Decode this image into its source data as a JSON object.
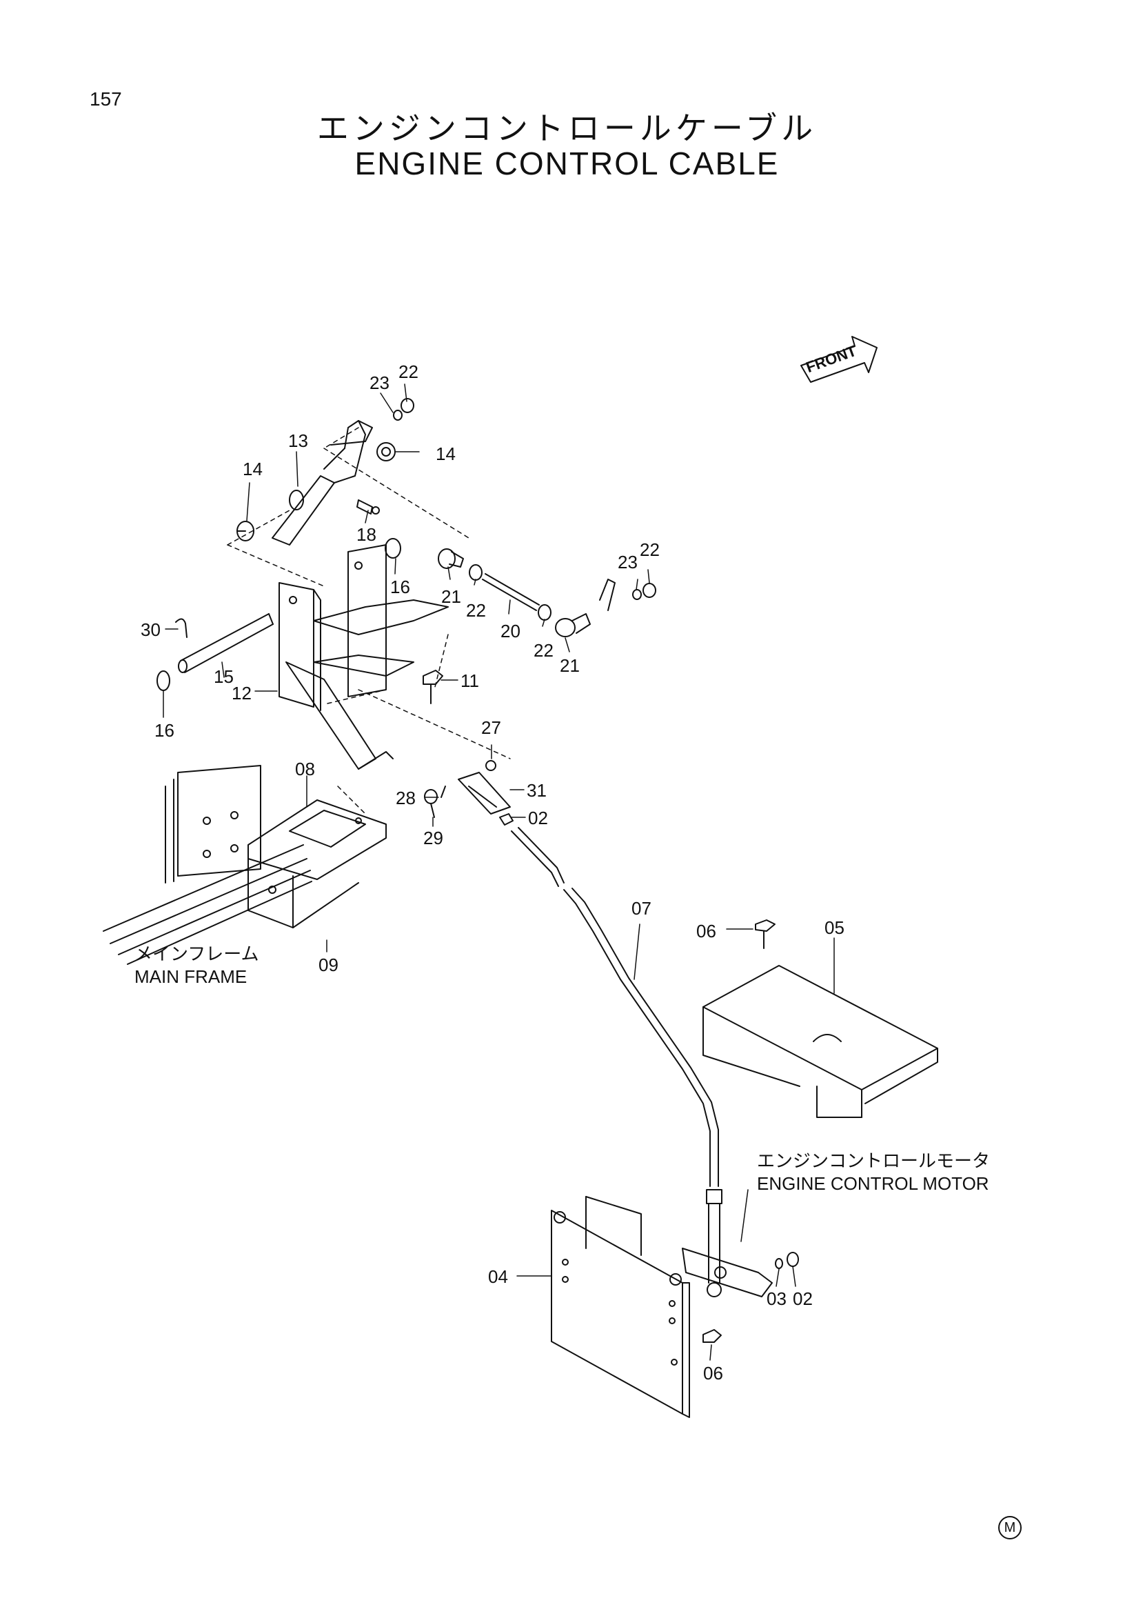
{
  "page_number": "157",
  "title_jp": "エンジンコントロールケーブル",
  "title_en": "ENGINE CONTROL CABLE",
  "front_label": "FRONT",
  "main_frame": {
    "jp": "メインフレーム",
    "en": "MAIN FRAME"
  },
  "engine_control_motor": {
    "jp": "エンジンコントロールモータ",
    "en": "ENGINE CONTROL MOTOR"
  },
  "corner_mark": "M",
  "callouts": [
    {
      "id": "c23a",
      "text": "23"
    },
    {
      "id": "c22a",
      "text": "22"
    },
    {
      "id": "c13",
      "text": "13"
    },
    {
      "id": "c14a",
      "text": "14"
    },
    {
      "id": "c14b",
      "text": "14"
    },
    {
      "id": "c18",
      "text": "18"
    },
    {
      "id": "c16a",
      "text": "16"
    },
    {
      "id": "c21a",
      "text": "21"
    },
    {
      "id": "c22b",
      "text": "22"
    },
    {
      "id": "c20",
      "text": "20"
    },
    {
      "id": "c22c",
      "text": "22"
    },
    {
      "id": "c23b",
      "text": "23"
    },
    {
      "id": "c22d",
      "text": "22"
    },
    {
      "id": "c21b",
      "text": "21"
    },
    {
      "id": "c30",
      "text": "30"
    },
    {
      "id": "c15",
      "text": "15"
    },
    {
      "id": "c12",
      "text": "12"
    },
    {
      "id": "c16b",
      "text": "16"
    },
    {
      "id": "c11",
      "text": "11"
    },
    {
      "id": "c27",
      "text": "27"
    },
    {
      "id": "c28",
      "text": "28"
    },
    {
      "id": "c31",
      "text": "31"
    },
    {
      "id": "c29",
      "text": "29"
    },
    {
      "id": "c02a",
      "text": "02"
    },
    {
      "id": "c08",
      "text": "08"
    },
    {
      "id": "c09",
      "text": "09"
    },
    {
      "id": "c07",
      "text": "07"
    },
    {
      "id": "c06a",
      "text": "06"
    },
    {
      "id": "c05",
      "text": "05"
    },
    {
      "id": "c04",
      "text": "04"
    },
    {
      "id": "c03",
      "text": "03"
    },
    {
      "id": "c02b",
      "text": "02"
    },
    {
      "id": "c06b",
      "text": "06"
    }
  ]
}
